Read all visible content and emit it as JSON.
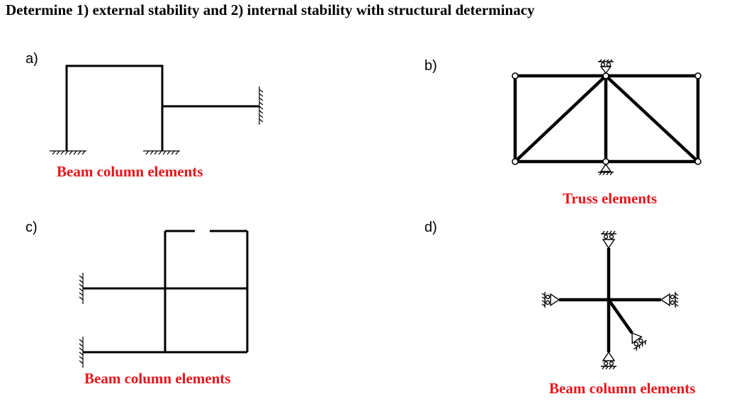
{
  "title": "Determine 1) external stability and 2) internal stability with structural determinacy",
  "colors": {
    "caption": "#e8141a",
    "line": "#000000"
  },
  "problems": [
    {
      "label": "a)",
      "caption": "Beam column elements"
    },
    {
      "label": "b)",
      "caption": "Truss elements"
    },
    {
      "label": "c)",
      "caption": "Beam column elements"
    },
    {
      "label": "d)",
      "caption": "Beam column elements"
    }
  ]
}
